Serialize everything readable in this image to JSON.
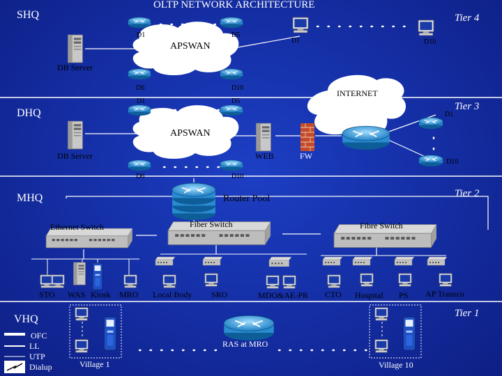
{
  "title": "OLTP NETWORK ARCHITECTURE",
  "tiers": {
    "t4": "Tier 4",
    "t3": "Tier 3",
    "t2": "Tier 2",
    "t1": "Tier 1"
  },
  "zones": {
    "shq": "SHQ",
    "dhq": "DHQ",
    "mhq": "MHQ",
    "vhq": "VHQ"
  },
  "shq": {
    "apswan": "APSWAN",
    "db_server": "DB Server",
    "d1": "D1",
    "d5": "D5",
    "d6": "D6",
    "d10": "D10",
    "top_d1": "D1",
    "top_d10": "D10"
  },
  "internet": {
    "label": "INTERNET"
  },
  "dhq": {
    "apswan": "APSWAN",
    "db_server": "DB Server",
    "web": "WEB",
    "fw": "FW",
    "d1": "D1",
    "d5": "D5",
    "d6": "D6",
    "d10": "D10",
    "right_d1": "D1",
    "right_d10": "D10"
  },
  "mhq": {
    "router_pool": "Router Pool",
    "ethernet_switch": "Ethernet Switch",
    "fiber_switch": "Fiber Switch",
    "fibre_switch": "Fibre Switch",
    "sto": "STO",
    "was": "WAS",
    "kiosk": "Kiosk",
    "mro": "MRO",
    "local_body": "Local Body",
    "sro": "SRO",
    "mdo": "MDO&AE-PR",
    "cto": "CTO",
    "hospital": "Hospital",
    "ps": "PS",
    "ap_transco": "AP Transco"
  },
  "vhq": {
    "ras": "RAS at MRO",
    "village1": "Village 1",
    "village10": "Village 10"
  },
  "legend": [
    "OFC",
    "LL",
    "UTP",
    "Dialup"
  ],
  "colors": {
    "background": "#1530a8",
    "router": "#3fa6e0",
    "link": "#ffffff"
  }
}
